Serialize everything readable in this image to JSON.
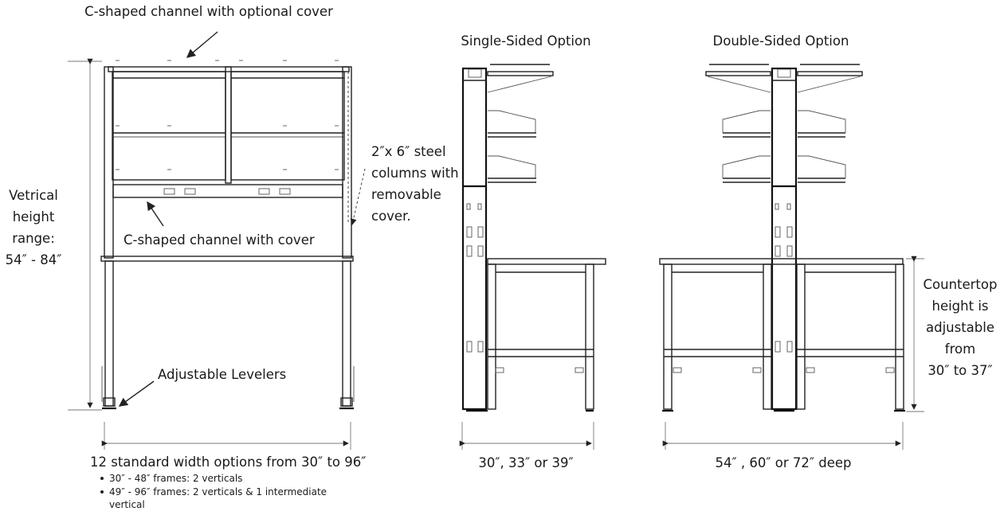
{
  "front_view": {
    "top_callout": "C-shaped channel with optional cover",
    "column_callout": [
      "2″x 6″ steel",
      "columns with",
      "removable",
      "cover."
    ],
    "height_callout": [
      "Vetrical",
      "height",
      "range:",
      "54″ - 84″"
    ],
    "channel_callout": "C-shaped channel with cover",
    "levelers_callout": "Adjustable Levelers",
    "width_title": "12 standard width options from 30″ to 96″",
    "width_bullets": [
      "30″ - 48″ frames:  2 verticals",
      "49″ - 96″ frames: 2 verticals & 1 intermediate",
      "vertical"
    ]
  },
  "single_sided": {
    "title": "Single-Sided Option",
    "depth_label": "30″, 33″ or 39″"
  },
  "double_sided": {
    "title": "Double-Sided Option",
    "depth_label": "54″ , 60″ or 72″ deep",
    "countertop_callout": [
      "Countertop",
      "height is",
      "adjustable",
      "from",
      "30″ to 37″"
    ]
  }
}
